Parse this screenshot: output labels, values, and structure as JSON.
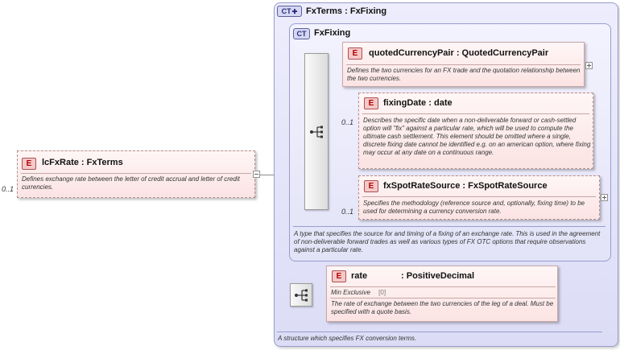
{
  "root_element": {
    "occurrence": "0..1",
    "badge": "E",
    "name": "lcFxRate",
    "separator": ":",
    "type": "FxTerms",
    "description": "Defines exchange rate between the letter of credit accrual and letter of credit currencies."
  },
  "outer_type": {
    "badge": "CT",
    "name": "FxTerms",
    "separator": ":",
    "type": "FxFixing",
    "description": "A structure which specifies FX conversion terms."
  },
  "inner_type": {
    "badge": "CT",
    "name": "FxFixing",
    "description": "A type that specifies the source for and timing of a fixing of an exchange rate. This is used in the agreement of non-deliverable forward trades as well as various types of FX OTC options that require observations against a particular rate."
  },
  "elements": {
    "quoted_currency_pair": {
      "badge": "E",
      "name": "quotedCurrencyPair",
      "separator": ":",
      "type": "QuotedCurrencyPair",
      "description": "Defines the two currencies for an FX trade and the quotation relationship between the two currencies."
    },
    "fixing_date": {
      "occurrence": "0..1",
      "badge": "E",
      "name": "fixingDate",
      "separator": ":",
      "type": "date",
      "description": "Describes the specific date when a non-deliverable forward or cash-settled option will \"fix\" against a particular rate, which will be used to compute the ultimate cash settlement. This element should be omitted where a single, discrete fixing date cannot be identified e.g. on an american option, where fixing may occur at any date on a continuous range."
    },
    "fx_spot_rate_source": {
      "occurrence": "0..1",
      "badge": "E",
      "name": "fxSpotRateSource",
      "separator": ":",
      "type": "FxSpotRateSource",
      "description": "Specifies the methodology (reference source and, optionally, fixing time) to be used for determining a currency conversion rate."
    },
    "rate": {
      "badge": "E",
      "name": "rate",
      "separator": ":",
      "type": "PositiveDecimal",
      "facet_label": "Min Exclusive",
      "facet_value": "[0]",
      "description": "The rate of exchange between the two currencies of the leg of a deal. Must be specified with a quote basis."
    }
  },
  "icons": {
    "sequence": "sequence-compositor-icon",
    "expand": "plus-icon",
    "collapse": "minus-icon"
  },
  "colors": {
    "element_fill": "#fbe3e3",
    "element_border": "#c9a7a7",
    "complex_type_fill": "#e6e6fb",
    "badge_element": "#f4c8c8"
  }
}
